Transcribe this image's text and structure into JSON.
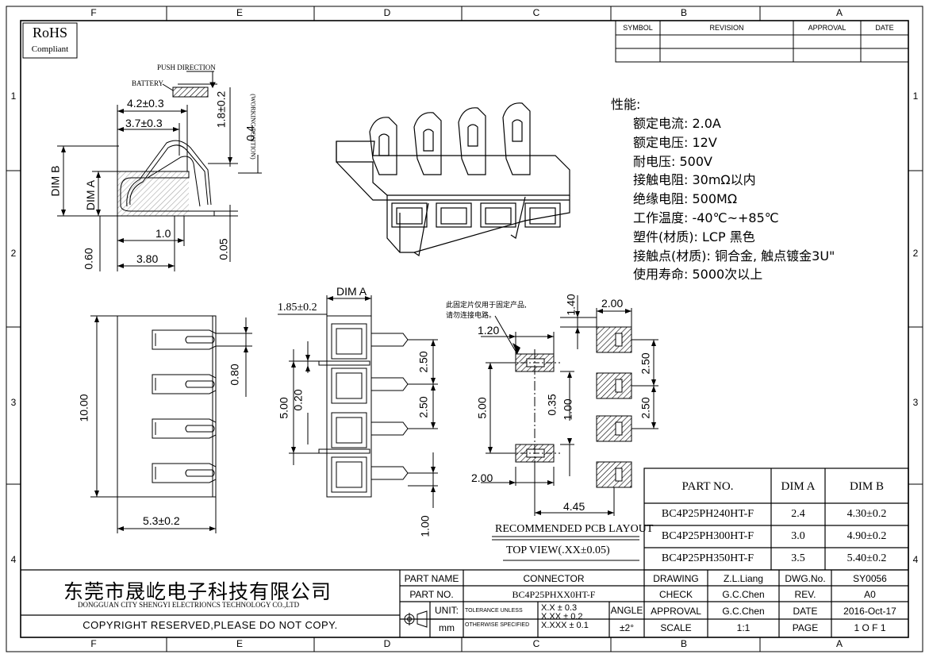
{
  "zones": {
    "columns": [
      "F",
      "E",
      "D",
      "C",
      "B",
      "A"
    ],
    "rows": [
      "1",
      "2",
      "3",
      "4"
    ]
  },
  "rohs": {
    "title": "RoHS",
    "subtitle": "Compliant"
  },
  "revision_table": {
    "headers": [
      "SYMBOL",
      "REVISION",
      "APPROVAL",
      "DATE"
    ]
  },
  "specs": {
    "heading": "性能:",
    "items": [
      "额定电流: 2.0A",
      "额定电压: 12V",
      "耐电压: 500V",
      "接触电阻: 30mΩ以内",
      "绝缘电阻: 500MΩ",
      "工作温度: -40℃~+85℃",
      "塑件(材质): LCP 黑色",
      "接触点(材质): 铜合金, 触点镀金3U\"",
      "使用寿命: 5000次以上"
    ]
  },
  "side_view": {
    "push_direction": "PUSH DIRECTION",
    "battery": "BATTERY",
    "working_position": "(WORKING POSITION)",
    "dim_42": "4.2±0.3",
    "dim_37": "3.7±0.3",
    "dim_18": "1.8±0.2",
    "dim_04": "0.4",
    "dim_b": "DIM B",
    "dim_a": "DIM A",
    "dim_10": "1.0",
    "dim_380": "3.80",
    "dim_060": "0.60",
    "dim_005": "0.05"
  },
  "bottom_view": {
    "dim_1000": "10.00",
    "dim_080": "0.80",
    "dim_53": "5.3±0.2"
  },
  "top_view": {
    "dim_a": "DIM A",
    "dim_185": "1.85±0.2",
    "dim_500": "5.00",
    "dim_020": "0.20",
    "dim_250a": "2.50",
    "dim_250b": "2.50",
    "dim_100": "1.00"
  },
  "pcb_layout": {
    "note_line1": "此固定片仅用于固定产品,",
    "note_line2": "请勿连接电路。",
    "dim_120": "1.20",
    "dim_140": "1.40",
    "dim_200_top": "2.00",
    "dim_500": "5.00",
    "dim_035": "0.35",
    "dim_100": "1.00",
    "dim_250a": "2.50",
    "dim_250b": "2.50",
    "dim_200_left": "2.00",
    "dim_445": "4.45",
    "title": "RECOMMENDED PCB LAYOUT",
    "subtitle": "TOP VIEW(.XX±0.05)"
  },
  "part_table": {
    "headers": [
      "PART NO.",
      "DIM A",
      "DIM B"
    ],
    "rows": [
      [
        "BC4P25PH240HT-F",
        "2.4",
        "4.30±0.2"
      ],
      [
        "BC4P25PH300HT-F",
        "3.0",
        "4.90±0.2"
      ],
      [
        "BC4P25PH350HT-F",
        "3.5",
        "5.40±0.2"
      ]
    ]
  },
  "title_block": {
    "company_cn": "东莞市晟屹电子科技有限公司",
    "company_en": "DONGGUAN CITY SHENGYI ELECTRIONCS TECHNOLOGY CO.,LTD",
    "copyright": "COPYRIGHT RESERVED,PLEASE DO NOT COPY.",
    "part_name_label": "PART NAME",
    "part_name": "CONNECTOR",
    "part_no_label": "PART NO.",
    "part_no": "BC4P25PHXX0HT-F",
    "unit_label": "UNIT:",
    "unit": "mm",
    "tolerance_line1": "TOLERANCE UNLESS",
    "tolerance_line2": "OTHERWISE SPECIFIED",
    "tol_1": "X.X ± 0.3",
    "tol_2": "X.XX ± 0.2",
    "tol_3": "X.XXX ± 0.1",
    "angle_label": "ANGLE",
    "angle": "±2°",
    "drawing_label": "DRAWING",
    "drawing": "Z.L.Liang",
    "check_label": "CHECK",
    "check": "G.C.Chen",
    "approval_label": "APPROVAL",
    "approval": "G.C.Chen",
    "scale_label": "SCALE",
    "scale": "1:1",
    "dwg_no_label": "DWG.No.",
    "dwg_no": "SY0056",
    "rev_label": "REV.",
    "rev": "A0",
    "date_label": "DATE",
    "date": "2016-Oct-17",
    "page_label": "PAGE",
    "page": "1 O F 1"
  }
}
